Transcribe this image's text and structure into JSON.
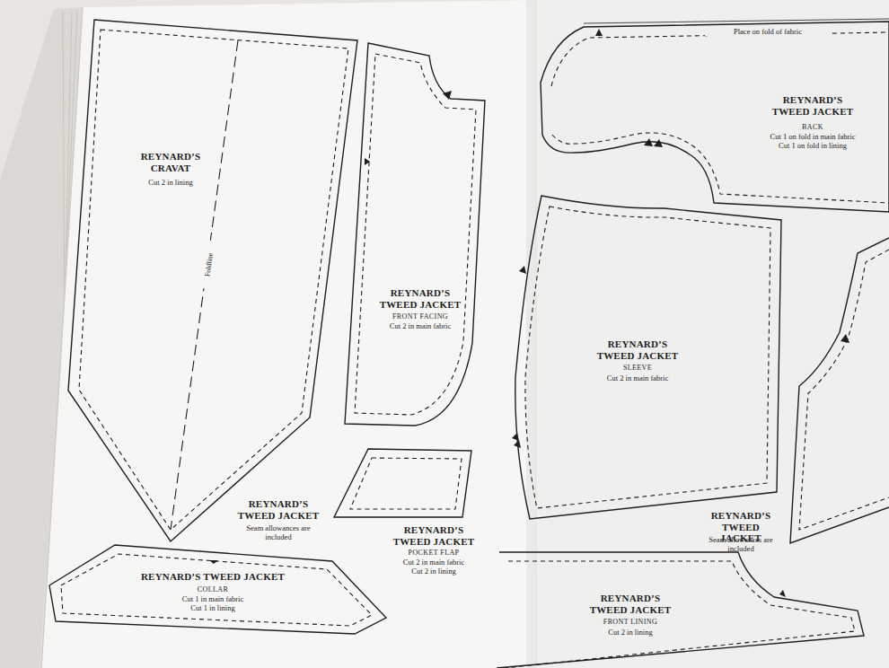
{
  "diagram": {
    "nodes": [
      {
        "text": [
          "REYNARD’S CRAVAT",
          "Cut 2 in lining",
          "Foldline"
        ]
      },
      {
        "text": [
          "REYNARD’S TWEED JACKET",
          "FRONT FACING",
          "Cut 2 in main fabric"
        ]
      },
      {
        "text": [
          "REYNARD’S TWEED JACKET",
          "POCKET FLAP",
          "Cut 2 in main fabric",
          "Cut 2 in lining"
        ]
      },
      {
        "text": [
          "REYNARD’S TWEED JACKET",
          "COLLAR",
          "Cut 1 in main fabric",
          "Cut 1 in lining"
        ]
      },
      {
        "text": [
          "REYNARD’S TWEED JACKET",
          "BACK",
          "Cut 1 on fold in main fabric",
          "Cut 1 on fold in lining"
        ]
      },
      {
        "text": [
          "REYNARD’S TWEED JACKET",
          "SLEEVE",
          "Cut 2 in main fabric"
        ]
      },
      {
        "text": [
          "REYNARD’S TWEED JACKET",
          "FRONT LINING",
          "Cut 2 in lining"
        ]
      }
    ],
    "labels": [
      "REYNARD’S TWEED JACKET",
      "Seam allowances are included",
      "REYNARD’S TWEED JACKET",
      "Seam allowances are included",
      "Place on fold of fabric"
    ]
  }
}
